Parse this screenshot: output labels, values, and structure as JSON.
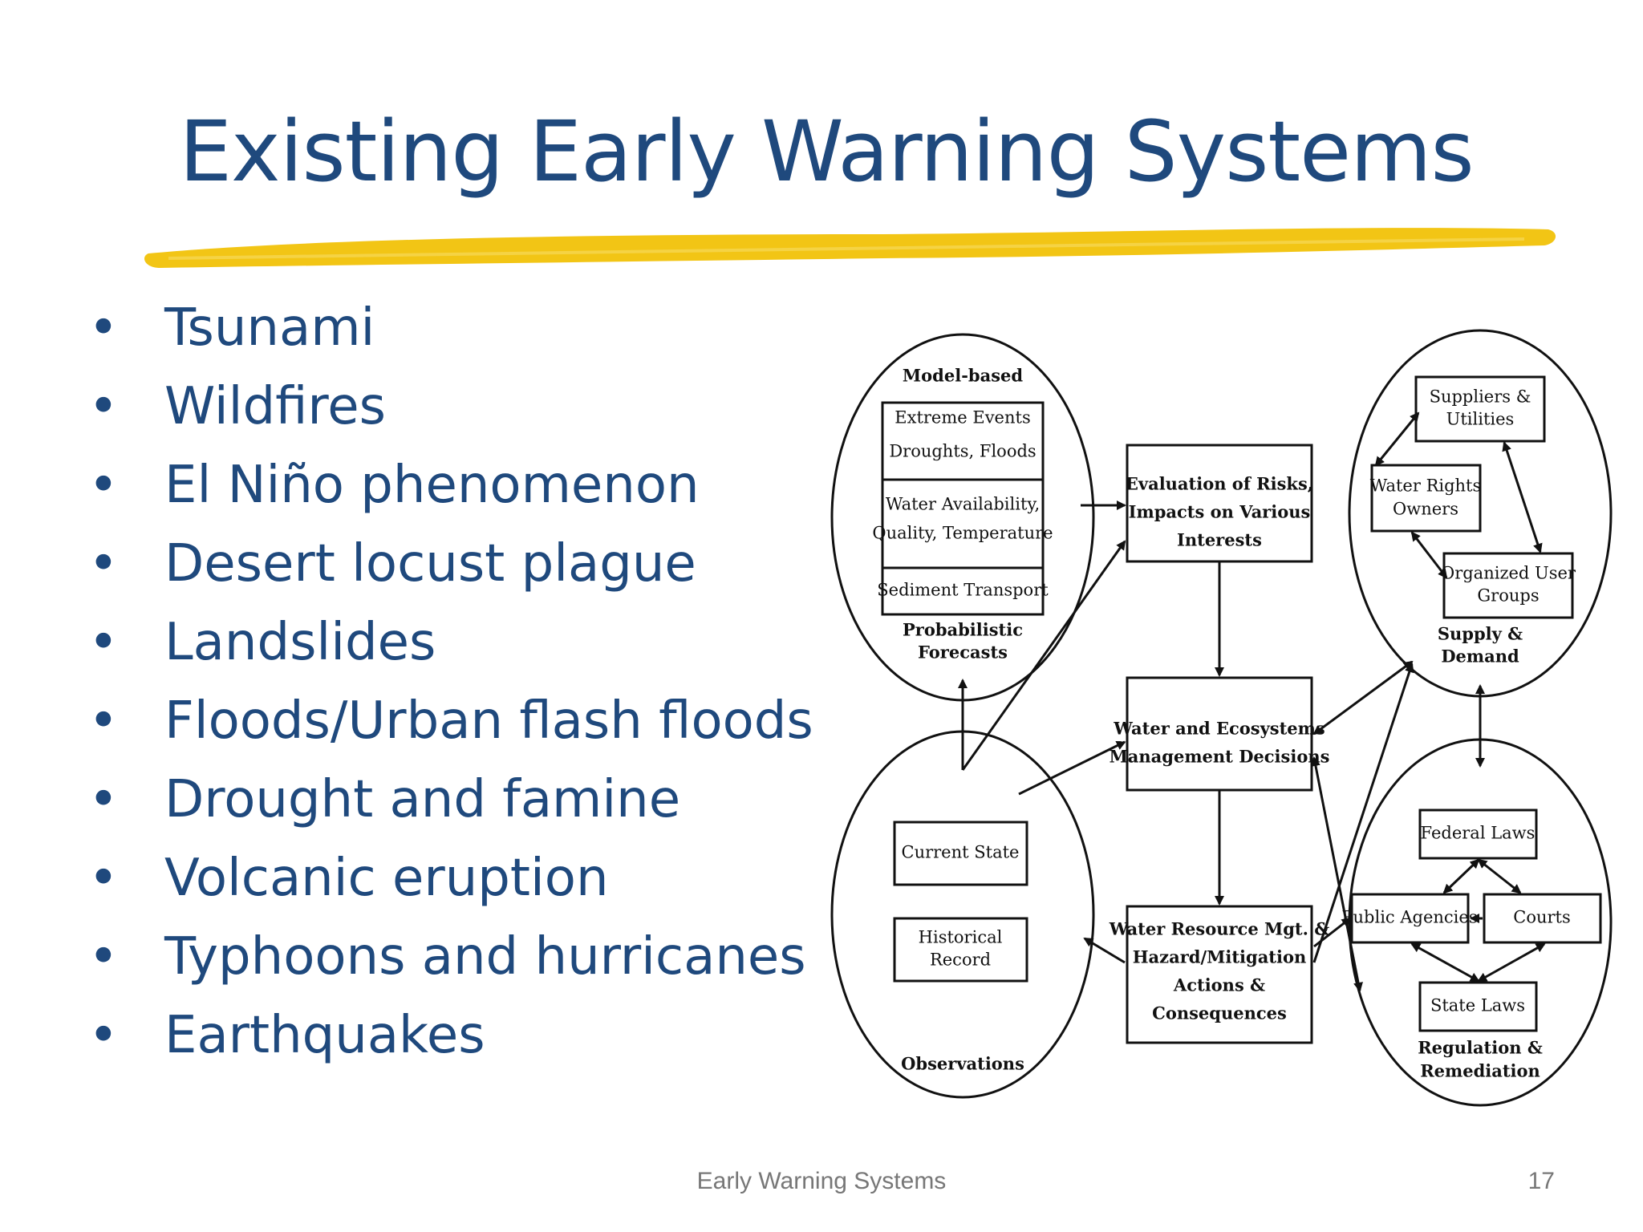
{
  "slide": {
    "title": "Existing Early Warning Systems",
    "accent_color": "#f2c515",
    "title_color": "#1f497d"
  },
  "bullets": [
    "Tsunami",
    "Wildfires",
    "El Niño phenomenon",
    "Desert locust plague",
    "Landslides",
    "Floods/Urban flash floods",
    "Drought and famine",
    "Volcanic eruption",
    "Typhoons and hurricanes",
    "Earthquakes"
  ],
  "bullet_marker": "•",
  "diagram": {
    "model_based": {
      "label": "Model-based",
      "box_extreme": [
        "Extreme Events",
        "Droughts, Floods"
      ],
      "box_water": [
        "Water Availability,",
        "Quality, Temperature"
      ],
      "box_sediment": "Sediment Transport",
      "bottom_label": [
        "Probabilistic",
        "Forecasts"
      ]
    },
    "observations": {
      "box_current": "Current State",
      "box_historical": [
        "Historical",
        "Record"
      ],
      "label": "Observations"
    },
    "evaluation": [
      "Evaluation of Risks,",
      "Impacts on Various",
      "Interests"
    ],
    "decisions": [
      "Water and Ecosystems",
      "Management Decisions"
    ],
    "actions": [
      "Water Resource Mgt. &",
      "Hazard/Mitigation",
      "Actions &",
      "Consequences"
    ],
    "supply": {
      "box_suppliers": [
        "Suppliers &",
        "Utilities"
      ],
      "box_rights": [
        "Water Rights",
        "Owners"
      ],
      "box_groups": [
        "Organized User",
        "Groups"
      ],
      "label": [
        "Supply &",
        "Demand"
      ]
    },
    "regulation": {
      "box_federal": "Federal Laws",
      "box_agencies": "Public Agencies",
      "box_courts": "Courts",
      "box_state": "State Laws",
      "label": [
        "Regulation &",
        "Remediation"
      ]
    }
  },
  "footer": {
    "center": "Early Warning Systems",
    "page": "17"
  }
}
